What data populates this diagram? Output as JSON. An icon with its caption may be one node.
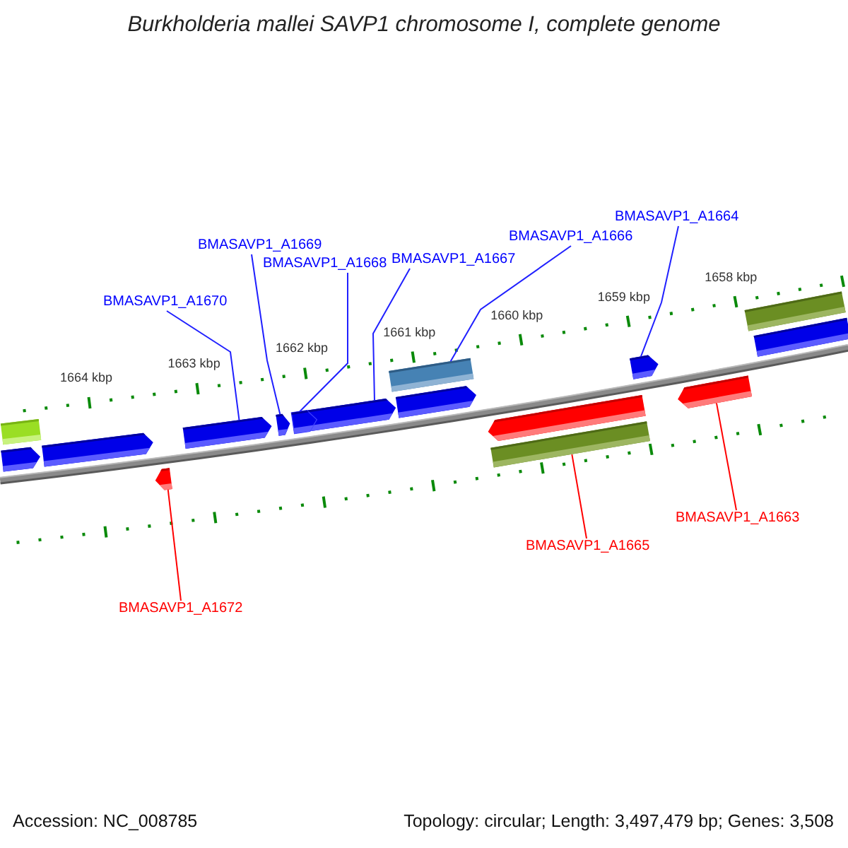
{
  "diagram": {
    "title": "Burkholderia mallei SAVP1 chromosome I, complete genome",
    "nodes": [
      {
        "text": [
          "BMASAVP1_A1670"
        ]
      },
      {
        "text": [
          "BMASAVP1_A1669"
        ]
      },
      {
        "text": [
          "BMASAVP1_A1668"
        ]
      },
      {
        "text": [
          "BMASAVP1_A1667"
        ]
      },
      {
        "text": [
          "BMASAVP1_A1666"
        ]
      },
      {
        "text": [
          "BMASAVP1_A1664"
        ]
      },
      {
        "text": [],
        "shape": "bar"
      },
      {
        "text": [],
        "shape": "pentagon"
      },
      {
        "text": [],
        "shape": "pentagon"
      },
      {
        "text": [],
        "shape": "pentagon"
      },
      {
        "text": [],
        "shape": "pentagon"
      },
      {
        "text": [],
        "shape": "pentagon"
      },
      {
        "text": [],
        "shape": "pentagon",
        "in": 11
      },
      {
        "text": [],
        "shape": "bar"
      },
      {
        "text": [],
        "shape": "pentagon"
      },
      {
        "text": [],
        "shape": "pentagon"
      },
      {
        "text": [],
        "shape": "bar"
      },
      {
        "text": [],
        "shape": "pentagon"
      },
      {
        "text": [],
        "shape": "pentagon"
      },
      {
        "text": [],
        "shape": "pentagon"
      },
      {
        "text": [],
        "shape": "bar"
      },
      {
        "text": [],
        "shape": "pentagon"
      },
      {
        "text": [
          "BMASAVP1_A1672"
        ]
      },
      {
        "text": [
          "BMASAVP1_A1665"
        ]
      },
      {
        "text": [
          "BMASAVP1_A1663"
        ]
      }
    ],
    "edges": [
      {
        "from": 0,
        "to": 9,
        "arrow": "none"
      },
      {
        "from": 1,
        "to": 10,
        "arrow": "none"
      },
      {
        "from": 2,
        "to": 12,
        "arrow": "none"
      },
      {
        "from": 3,
        "to": 11,
        "arrow": "none"
      },
      {
        "from": 4,
        "to": 13,
        "arrow": "none"
      },
      {
        "from": 5,
        "to": 15,
        "arrow": "none"
      },
      {
        "from": 22,
        "to": 18,
        "arrow": "none",
        "color": "#ff0000"
      },
      {
        "from": 23,
        "to": 20,
        "arrow": "none",
        "color": "#ff0000"
      },
      {
        "from": 24,
        "to": 21,
        "arrow": "none",
        "color": "#ff0000"
      }
    ],
    "labels": [
      "1664 kbp",
      "1663 kbp",
      "1662 kbp",
      "1661 kbp",
      "1660 kbp",
      "1659 kbp",
      "1658 kbp",
      "Accession: NC_008785",
      "Topology: circular; Length: 3,497,479 bp; Genes: 3,508"
    ]
  }
}
